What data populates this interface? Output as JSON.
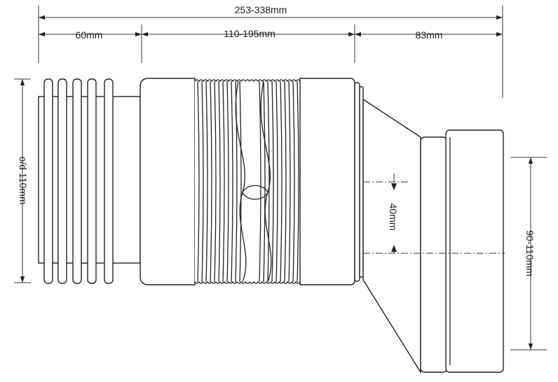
{
  "dimensions": {
    "overall_length": "253-338mm",
    "inlet_length": "60mm",
    "extension_length": "110-195mm",
    "outlet_length": "83mm",
    "inlet_diameter": "o/d 110mm",
    "offset": "40mm",
    "outlet_diameter": "90-110mm"
  },
  "colors": {
    "line": "#222222",
    "background": "#ffffff"
  }
}
